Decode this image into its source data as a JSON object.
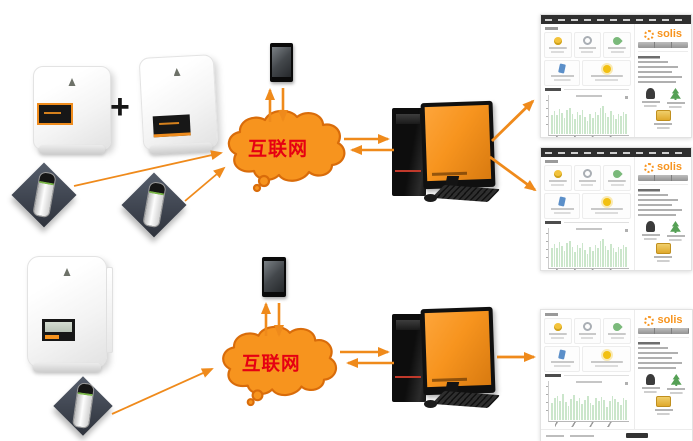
{
  "labels": {
    "plus": "+",
    "internet_top": "互联网",
    "internet_bottom": "互联网"
  },
  "brand": {
    "name": "solis"
  },
  "colors": {
    "arrow": "#EF8A1B",
    "cloud_fill": "#F7941E",
    "cloud_outline": "#D96C0A",
    "cloud_text": "#E60012",
    "pc_screen": "#F7941E",
    "chart_bar": "#CBE6CB",
    "brand_orange": "#F7941E"
  },
  "charts": {
    "a": {
      "type": "bar",
      "bar_color": "#CBE6CB",
      "values": [
        58,
        72,
        60,
        78,
        66,
        50,
        74,
        82,
        64,
        46,
        68,
        58,
        76,
        54,
        40,
        62,
        50,
        70,
        58,
        80,
        88,
        66,
        52,
        72,
        60,
        48,
        64,
        56,
        70,
        62
      ]
    },
    "b": {
      "type": "bar",
      "bar_color": "#CBE6CB",
      "values": [
        52,
        68,
        74,
        60,
        82,
        56,
        44,
        66,
        78,
        58,
        70,
        50,
        62,
        76,
        54,
        46,
        68,
        58,
        72,
        64,
        40,
        60,
        74,
        66,
        56,
        48,
        70,
        62
      ]
    }
  }
}
